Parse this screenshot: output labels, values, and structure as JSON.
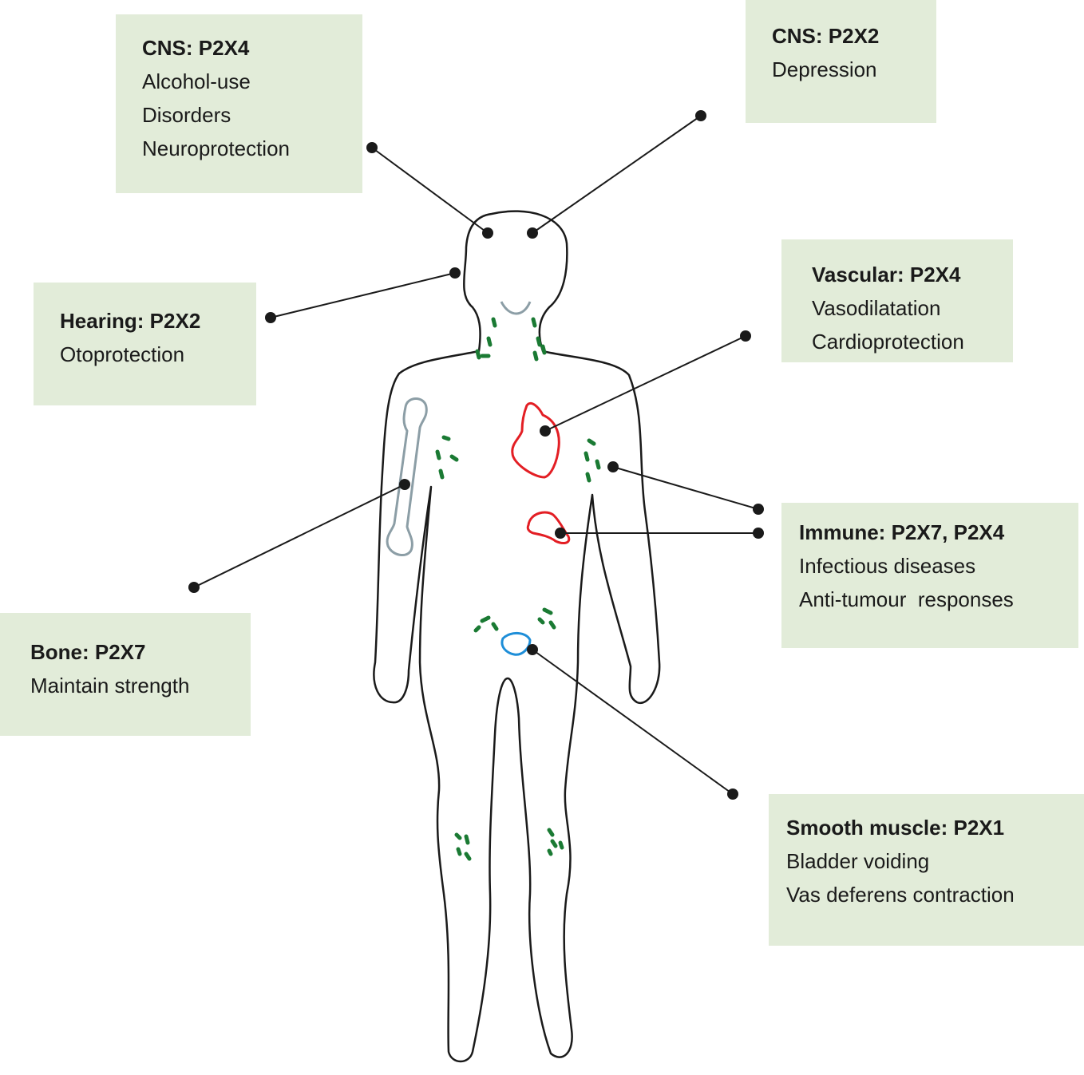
{
  "callouts": [
    {
      "id": "cns-p2x4",
      "title": "CNS: P2X4",
      "lines": [
        "Alcohol-use",
        "Disorders",
        "Neuroprotection"
      ]
    },
    {
      "id": "cns-p2x2",
      "title": "CNS: P2X2",
      "lines": [
        "Depression"
      ]
    },
    {
      "id": "hearing",
      "title": "Hearing: P2X2",
      "lines": [
        "Otoprotection"
      ]
    },
    {
      "id": "vascular",
      "title": "Vascular: P2X4",
      "lines": [
        "Vasodilatation",
        "Cardioprotection"
      ]
    },
    {
      "id": "immune",
      "title": "Immune: P2X7, P2X4",
      "lines": [
        "Infectious diseases",
        "Anti-tumour  responses"
      ]
    },
    {
      "id": "bone",
      "title": "Bone: P2X7",
      "lines": [
        "Maintain strength"
      ]
    },
    {
      "id": "smooth-muscle",
      "title": "Smooth muscle: P2X1",
      "lines": [
        "Bladder voiding",
        "Vas deferens contraction"
      ]
    }
  ],
  "colors": {
    "box_fill": "#e2ecd9",
    "outline": "#1a1a1a",
    "heart": "#e31e24",
    "bone": "#8c9ea6",
    "bladder": "#1e8ed8",
    "lymph": "#1a7a33"
  }
}
